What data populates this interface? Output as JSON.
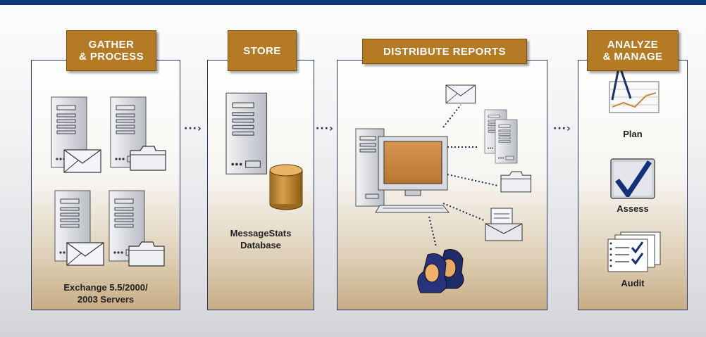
{
  "stages": {
    "gather": {
      "title": "GATHER\n& PROCESS",
      "caption": "Exchange 5.5/2000/\n2003 Servers"
    },
    "store": {
      "title": "STORE",
      "caption": "MessageStats\nDatabase"
    },
    "distribute": {
      "title": "DISTRIBUTE REPORTS"
    },
    "analyze": {
      "title": "ANALYZE\n& MANAGE",
      "items": [
        "Plan",
        "Assess",
        "Audit"
      ]
    }
  },
  "connector_glyph": "···›",
  "colors": {
    "top_bar": "#0d3a7c",
    "header_fill": "#b47a24",
    "panel_border": "#253a6b",
    "check": "#14307a"
  }
}
